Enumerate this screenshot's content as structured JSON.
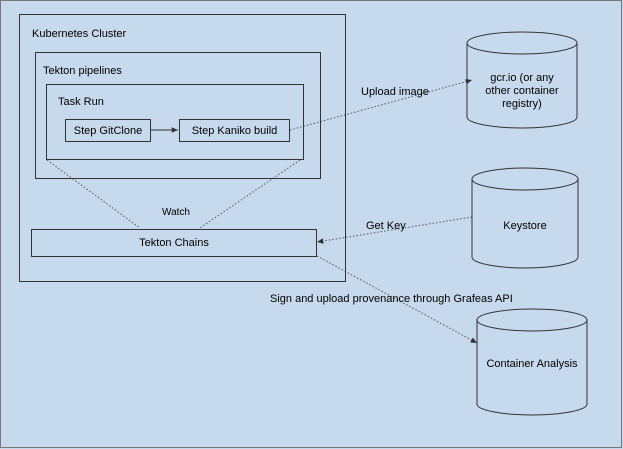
{
  "cluster": {
    "title": "Kubernetes Cluster"
  },
  "pipelines": {
    "title": "Tekton pipelines"
  },
  "taskrun": {
    "title": "Task Run"
  },
  "steps": {
    "gitclone": "Step GitClone",
    "kaniko": "Step Kaniko build"
  },
  "chains": {
    "label": "Tekton Chains"
  },
  "edges": {
    "watch": "Watch",
    "upload_image": "Upload image",
    "get_key": "Get Key",
    "sign_upload": "Sign and upload provenance through Grafeas API"
  },
  "stores": {
    "registry_lines": [
      "gcr.io (or any",
      "other container",
      "registry)"
    ],
    "keystore": "Keystore",
    "container_analysis": "Container Analysis"
  },
  "colors": {
    "background": "#c7d9ec",
    "stroke": "#333333"
  }
}
